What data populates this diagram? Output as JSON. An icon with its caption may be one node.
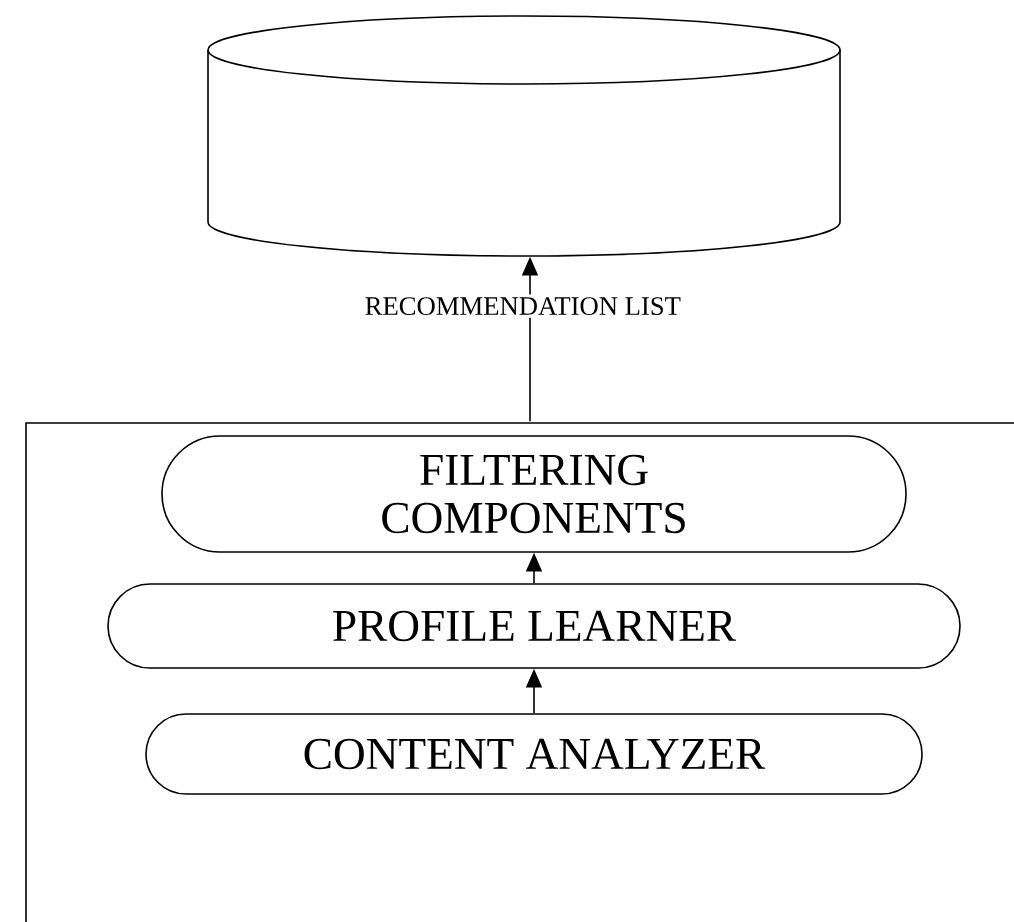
{
  "diagram": {
    "nodes": [
      {
        "text": [],
        "shape": "cylinder"
      },
      {
        "text": [],
        "shape": "box"
      },
      {
        "text": [
          "FILTERING COMPONENTS"
        ],
        "in": 1
      },
      {
        "text": [
          "PROFILE LEARNER"
        ],
        "in": 1
      },
      {
        "text": [
          "CONTENT ANALYZER"
        ],
        "in": 1
      }
    ],
    "edges": [
      {
        "from": 1,
        "to": 0,
        "arrow": "to",
        "label": "RECOMMENDATION LIST"
      },
      {
        "from": 3,
        "to": 2,
        "arrow": "to"
      },
      {
        "from": 4,
        "to": 3,
        "arrow": "to"
      }
    ]
  }
}
